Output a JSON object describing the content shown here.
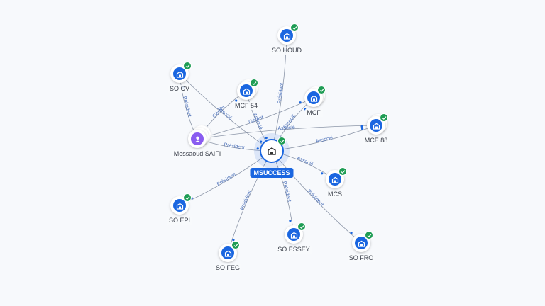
{
  "colors": {
    "accent": "#1a66e0",
    "person": "#8a5cf0",
    "check": "#1f9d55",
    "edge": "#8c96a8"
  },
  "center": {
    "label": "MSUCCESS",
    "icon": "company-icon"
  },
  "nodes": [
    {
      "id": "so-houd",
      "label": "SO HOUD",
      "kind": "company",
      "verified": true
    },
    {
      "id": "so-cv",
      "label": "SO CV",
      "kind": "company",
      "verified": true
    },
    {
      "id": "mcf-54",
      "label": "MCF 54",
      "kind": "company",
      "verified": true
    },
    {
      "id": "mcf",
      "label": "MCF",
      "kind": "company",
      "verified": true
    },
    {
      "id": "mce-88",
      "label": "MCE 88",
      "kind": "company",
      "verified": true
    },
    {
      "id": "messaoud-saifi",
      "label": "Messaoud SAIFI",
      "kind": "person",
      "verified": false
    },
    {
      "id": "mcs",
      "label": "MCS",
      "kind": "company",
      "verified": true
    },
    {
      "id": "so-epi",
      "label": "SO EPI",
      "kind": "company",
      "verified": true
    },
    {
      "id": "so-feg",
      "label": "SO FEG",
      "kind": "company",
      "verified": true
    },
    {
      "id": "so-essey",
      "label": "SO ESSEY",
      "kind": "company",
      "verified": true
    },
    {
      "id": "so-fro",
      "label": "SO FRO",
      "kind": "company",
      "verified": true
    }
  ],
  "edges": [
    {
      "from": "center",
      "to": "so-houd",
      "label": "Président"
    },
    {
      "from": "center",
      "to": "mcf",
      "label": "Associé"
    },
    {
      "from": "center",
      "to": "mce-88",
      "label": "Associé"
    },
    {
      "from": "center",
      "to": "mcs",
      "label": "Associé"
    },
    {
      "from": "center",
      "to": "so-fro",
      "label": "Président"
    },
    {
      "from": "center",
      "to": "so-essey",
      "label": "Président"
    },
    {
      "from": "center",
      "to": "so-feg",
      "label": "Président"
    },
    {
      "from": "center",
      "to": "so-epi",
      "label": "Président"
    },
    {
      "from": "messaoud-saifi",
      "to": "center",
      "label": "Président"
    },
    {
      "from": "messaoud-saifi",
      "to": "mcf-54",
      "label": "Gérant"
    },
    {
      "from": "messaoud-saifi",
      "to": "mcf",
      "label": "Gérant"
    },
    {
      "from": "messaoud-saifi",
      "to": "so-cv",
      "label": "Président"
    },
    {
      "from": "mcf-54",
      "to": "center",
      "label": "Associé"
    },
    {
      "from": "messaoud-saifi",
      "to": "mce-88",
      "label": "Associé"
    },
    {
      "from": "so-cv",
      "to": "center",
      "label": "Associé"
    }
  ]
}
